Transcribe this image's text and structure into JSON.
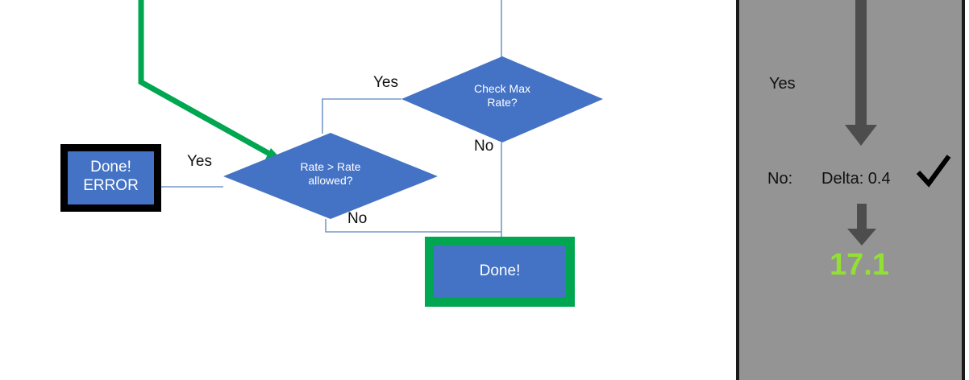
{
  "colors": {
    "node_fill": "#4472c4",
    "connector": "#7799c8",
    "highlight_green": "#00a650",
    "error_border": "#000000",
    "panel_bg": "#949494",
    "panel_border": "#1a1a1a",
    "panel_arrow": "#4d4d4d",
    "value_green": "#92e033",
    "node_text": "#ffffff",
    "label_text": "#111111"
  },
  "flowchart": {
    "nodes": [
      {
        "id": "done-error",
        "type": "terminator",
        "line1": "Done!",
        "line2": "ERROR"
      },
      {
        "id": "rate-check",
        "type": "decision",
        "line1": "Rate > Rate",
        "line2": "allowed?"
      },
      {
        "id": "check-max-rate",
        "type": "decision",
        "line1": "Check Max",
        "line2": "Rate?"
      },
      {
        "id": "done",
        "type": "terminator",
        "line1": "Done!"
      }
    ],
    "edge_labels": {
      "check_max_yes": "Yes",
      "check_max_no": "No",
      "rate_yes": "Yes",
      "rate_no": "No"
    }
  },
  "panel": {
    "yes_label": "Yes",
    "no_label": "No:",
    "delta_label": "Delta: 0.4",
    "result_value": "17.1",
    "check_icon": "check-mark"
  }
}
